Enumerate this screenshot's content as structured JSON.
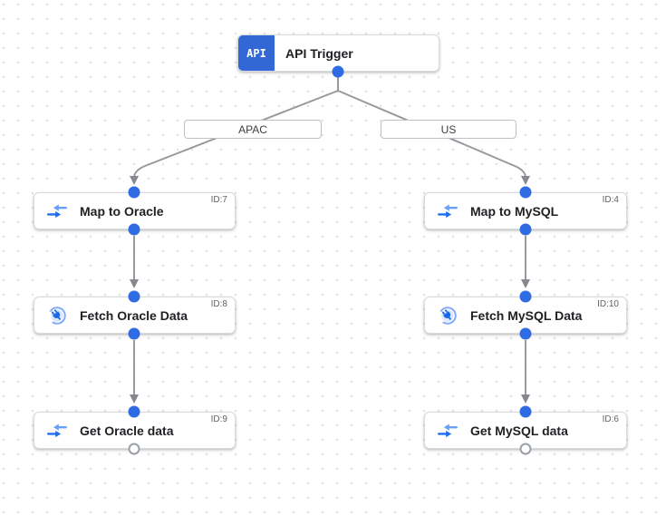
{
  "diagram": {
    "trigger": {
      "icon": "api-badge-icon",
      "icon_text": "API",
      "title": "API Trigger"
    },
    "branches": [
      {
        "label": "APAC",
        "nodes": [
          {
            "title": "Map to Oracle",
            "id_label": "ID:7",
            "icon": "data-mapping-icon"
          },
          {
            "title": "Fetch Oracle Data",
            "id_label": "ID:8",
            "icon": "connector-icon"
          },
          {
            "title": "Get Oracle data",
            "id_label": "ID:9",
            "icon": "data-mapping-icon"
          }
        ]
      },
      {
        "label": "US",
        "nodes": [
          {
            "title": "Map to MySQL",
            "id_label": "ID:4",
            "icon": "data-mapping-icon"
          },
          {
            "title": "Fetch MySQL Data",
            "id_label": "ID:10",
            "icon": "connector-icon"
          },
          {
            "title": "Get MySQL data",
            "id_label": "ID:6",
            "icon": "data-mapping-icon"
          }
        ]
      }
    ],
    "ports": {
      "connected_color": "#2f6ce3",
      "terminal_color": "#ffffff"
    },
    "colors": {
      "trigger_badge_blue": "#3367d6",
      "edge_gray": "#97999c",
      "node_border": "#d9dbde",
      "title_text": "#202124",
      "id_text": "#5f6368",
      "grid_dot": "#e1e2e4"
    }
  }
}
